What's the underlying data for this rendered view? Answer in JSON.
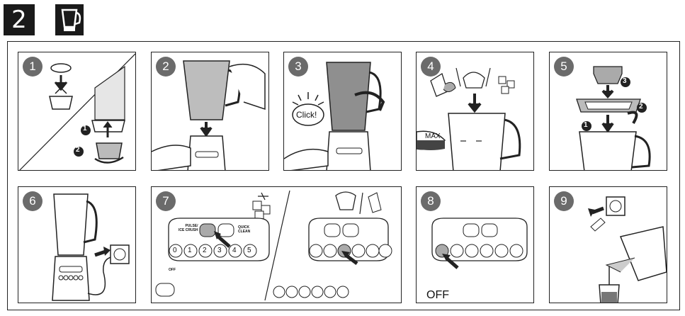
{
  "header": {
    "section_number": "2"
  },
  "steps": [
    {
      "number": "1"
    },
    {
      "number": "2"
    },
    {
      "number": "3",
      "callout": "Click!"
    },
    {
      "number": "4",
      "max_label": "MAX"
    },
    {
      "number": "5",
      "callouts": [
        "1",
        "2",
        "3"
      ]
    },
    {
      "number": "6"
    },
    {
      "number": "7"
    },
    {
      "number": "8",
      "state_label": "OFF"
    },
    {
      "number": "9"
    }
  ],
  "step1": {
    "callouts": [
      "1",
      "2"
    ]
  },
  "control_panel": {
    "pulse_label": "PULSE/\nICE CRUSH",
    "quick_clean_label": "QUICK\nCLEAN",
    "speeds": [
      "0",
      "1",
      "2",
      "3",
      "4",
      "5"
    ],
    "off_label": "OFF"
  }
}
